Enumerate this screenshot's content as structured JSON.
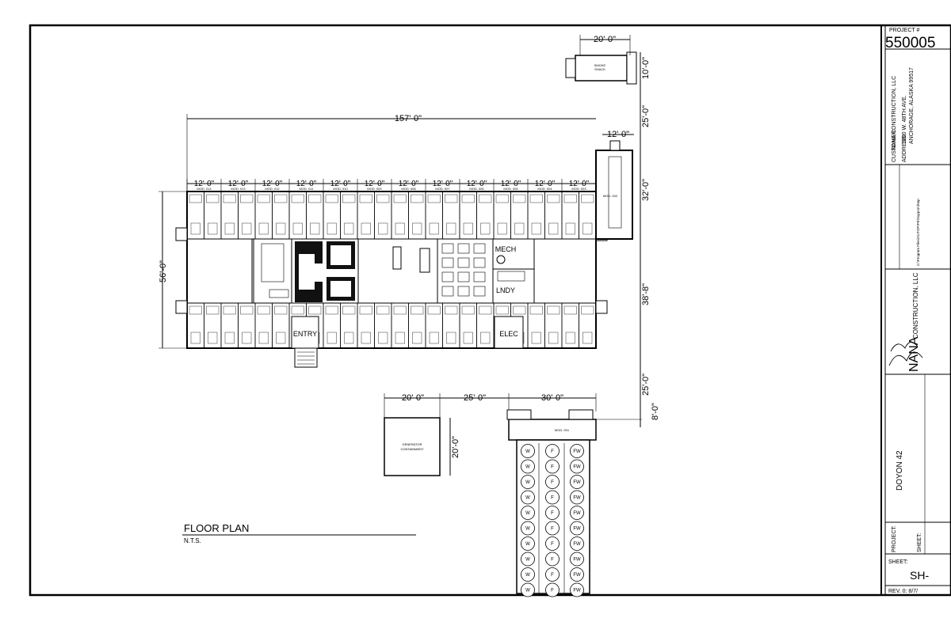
{
  "drawing": {
    "title": "FLOOR PLAN",
    "scale": "N.T.S."
  },
  "dimensions": {
    "overall_length": "157'-0\"",
    "overall_width": "56'-0\"",
    "module_width": "12'-0\"",
    "smoke_shack_width": "20'-0\"",
    "smoke_shack_depth": "10'-0\"",
    "offset_25": "25'-0\"",
    "wing_width": "12'-0\"",
    "wing_length": "32'-0\"",
    "core_depth": "38'-8\"",
    "gen_width": "20'-0\"",
    "gen_depth": "20'-0\"",
    "gap_25": "25'-0\"",
    "tank_width": "30'-0\"",
    "tank_offset": "8'-0\""
  },
  "modules": {
    "labels": [
      "MOD. 014",
      "MOD. 013",
      "MOD. 012",
      "MOD. 011",
      "MOD. 010",
      "MOD. 009",
      "MOD. 008",
      "MOD. 007",
      "MOD. 006",
      "MOD. 005",
      "MOD. 004",
      "MOD. 003"
    ],
    "wing_label": "MOD. 002",
    "tank_label": "MOD. 001"
  },
  "rooms": {
    "entry": "ENTRY",
    "mech": "MECH",
    "laundry": "LNDY",
    "elec": "ELEC",
    "smoke_shack": [
      "SMOKE",
      "SHACK"
    ],
    "generator": [
      "GENERATOR",
      "CONTAINMENT"
    ]
  },
  "tanks": {
    "water_symbol": "W",
    "fuel_symbol": "F",
    "fire_water_symbol": "FW"
  },
  "title_block": {
    "project_number_label": "PROJECT #",
    "project_number": "550005",
    "company": "NANA CONSTRUCTION, LLC",
    "address_line_1": "1800 W. 48TH AVE.",
    "address_line_2": "ANCHORAGE, ALASKA 99517",
    "customer_label": "CUSTOMER:",
    "address_label": "ADDRESS:",
    "file_path": "C:\\Program Files\\AUTOPIPE\\Support.bmp",
    "logo_word": "NANA",
    "logo_sub": "CONSTRUCTION, LLC",
    "project_label": "PROJECT:",
    "project_name": "DOYON 42",
    "sheet_label": "SHEET:",
    "sheet_label_2": "SHEET:",
    "sheet_number": "SH-",
    "revision": "REV. 0: 8/7/"
  }
}
